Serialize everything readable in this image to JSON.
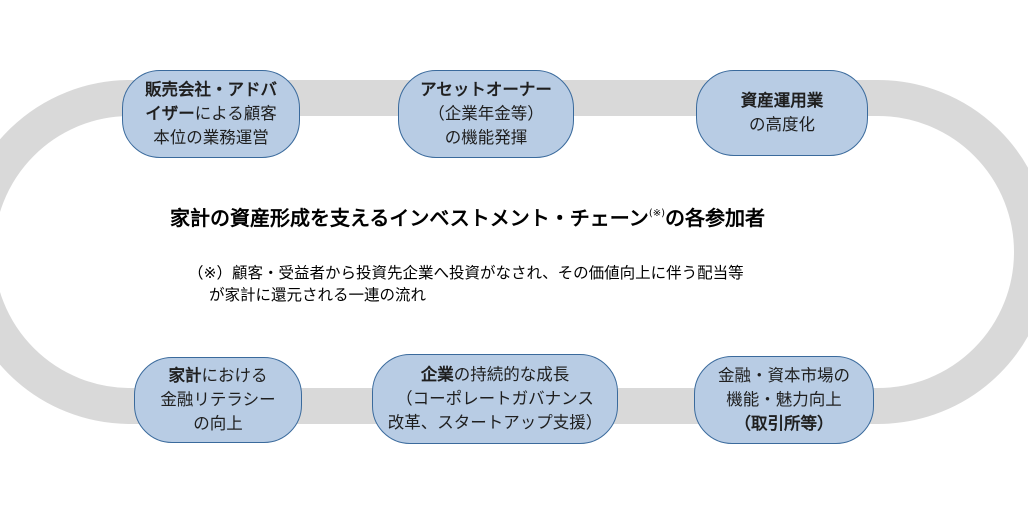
{
  "title": {
    "main": "家計の資産形成を支えるインベストメント・チェーン",
    "sup": "(※)",
    "tail": "の各参加者"
  },
  "footnote": {
    "line1": "（※）顧客・受益者から投資先企業へ投資がなされ、その価値向上に伴う配当等",
    "line2": "が家計に還元される一連の流れ"
  },
  "nodes": {
    "sales": {
      "l1": "販売会社・アドバ",
      "l2_bold": "イザー",
      "l2_rest": "による顧客",
      "l3": "本位の業務運営"
    },
    "owner": {
      "l1": "アセットオーナー",
      "l2": "（企業年金等）",
      "l3": "の機能発揮"
    },
    "asset_mgmt": {
      "l1": "資産運用業",
      "l2": "の高度化"
    },
    "household": {
      "l1_bold": "家計",
      "l1_rest": "における",
      "l2": "金融リテラシー",
      "l3": "の向上"
    },
    "company": {
      "l1_bold": "企業",
      "l1_rest": "の持続的な成長",
      "l2": "（コーポレートガバナンス",
      "l3": "改革、スタートアップ支援）"
    },
    "market": {
      "l1": "金融・資本市場の",
      "l2": "機能・魅力向上",
      "l3": "（取引所等）"
    }
  },
  "colors": {
    "ring": "#d9d9d9",
    "node_fill": "#b8cce4",
    "node_border": "#3a6a9c"
  }
}
